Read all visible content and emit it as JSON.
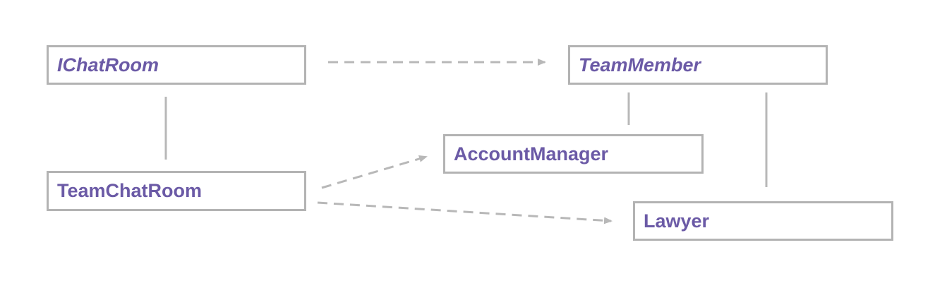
{
  "diagram": {
    "nodes": [
      {
        "id": "ichatroom",
        "label": "IChatRoom",
        "abstract": true
      },
      {
        "id": "teammember",
        "label": "TeamMember",
        "abstract": true
      },
      {
        "id": "accountmanager",
        "label": "AccountManager",
        "abstract": false
      },
      {
        "id": "teamchatroom",
        "label": "TeamChatRoom",
        "abstract": false
      },
      {
        "id": "lawyer",
        "label": "Lawyer",
        "abstract": false
      }
    ],
    "edges": [
      {
        "from": "ichatroom",
        "to": "teammember",
        "style": "dashed-arrow"
      },
      {
        "from": "ichatroom",
        "to": "teamchatroom",
        "style": "solid"
      },
      {
        "from": "teammember",
        "to": "accountmanager",
        "style": "solid"
      },
      {
        "from": "teammember",
        "to": "lawyer",
        "style": "solid"
      },
      {
        "from": "teamchatroom",
        "to": "accountmanager",
        "style": "dashed-arrow"
      },
      {
        "from": "teamchatroom",
        "to": "lawyer",
        "style": "dashed-arrow"
      }
    ],
    "colors": {
      "text": "#6b5aa6",
      "border": "#b3b3b3",
      "connector": "#b8b8b8"
    }
  }
}
